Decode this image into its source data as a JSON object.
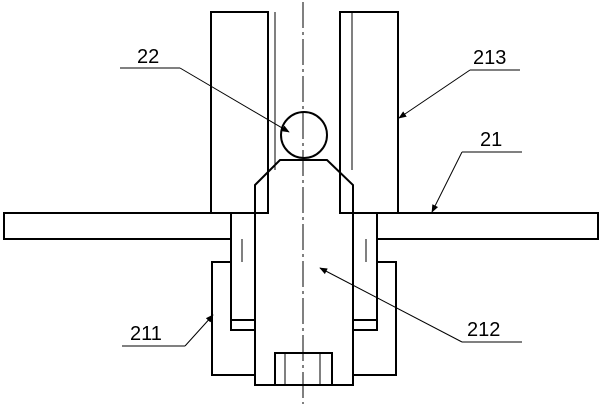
{
  "labels": {
    "ball": "22",
    "sleeve": "213",
    "plate": "21",
    "collar": "211",
    "pin": "212"
  },
  "colors": {
    "ink": "#000000",
    "paper": "#ffffff"
  }
}
